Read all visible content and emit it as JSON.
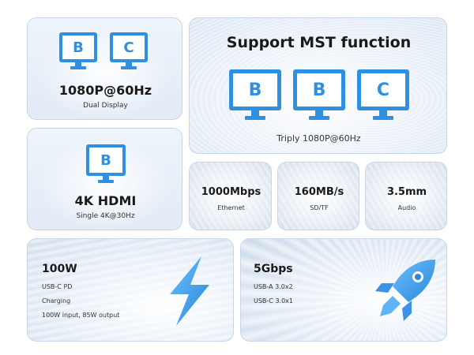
{
  "tiles": {
    "dual": {
      "title": "1080P@60Hz",
      "subtitle": "Dual Display",
      "monitors": [
        "B",
        "C"
      ]
    },
    "mst": {
      "title": "Support MST function",
      "subtitle": "Triply 1080P@60Hz",
      "monitors": [
        "B",
        "B",
        "C"
      ]
    },
    "hdmi": {
      "title": "4K HDMI",
      "subtitle": "Single 4K@30Hz",
      "monitors": [
        "B"
      ]
    },
    "ethernet": {
      "title": "1000Mbps",
      "subtitle": "Ethernet"
    },
    "sdtf": {
      "title": "160MB/s",
      "subtitle": "SD/TF"
    },
    "audio": {
      "title": "3.5mm",
      "subtitle": "Audio"
    },
    "power": {
      "title": "100W",
      "lines": [
        "USB-C PD",
        "Charging",
        "100W input, 85W output"
      ]
    },
    "usb": {
      "title": "5Gbps",
      "lines": [
        "USB-A 3.0x2",
        "USB-C 3.0x1"
      ]
    }
  },
  "colors": {
    "accent": "#2f8fe0",
    "bolt_light": "#5fb4f5",
    "rocket": "#3a93e6"
  },
  "icons": [
    "monitor-icon",
    "lightning-bolt-icon",
    "rocket-icon"
  ]
}
